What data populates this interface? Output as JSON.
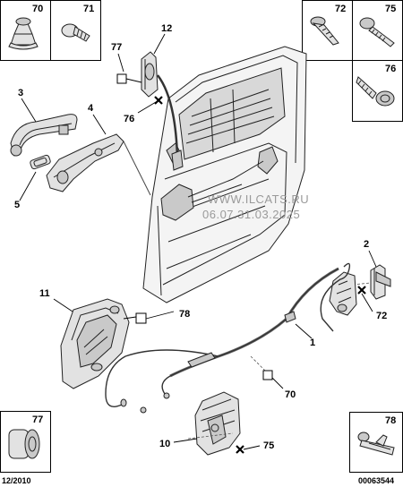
{
  "callouts": {
    "c70": "70",
    "c71": "71",
    "c72a": "72",
    "c75a": "75",
    "c76a": "76",
    "c77a": "77",
    "c12": "12",
    "c76b": "76",
    "c3": "3",
    "c4": "4",
    "c5": "5",
    "c2": "2",
    "c72b": "72",
    "c11": "11",
    "c78a": "78",
    "c1": "1",
    "c70b": "70",
    "c10": "10",
    "c75b": "75",
    "c77b": "77",
    "c78b": "78"
  },
  "watermark": {
    "line1": "WWW.ILCATS.RU",
    "line2": "06.07.31.03.2025"
  },
  "footer": {
    "date": "12/2010",
    "ref": "00063544"
  }
}
